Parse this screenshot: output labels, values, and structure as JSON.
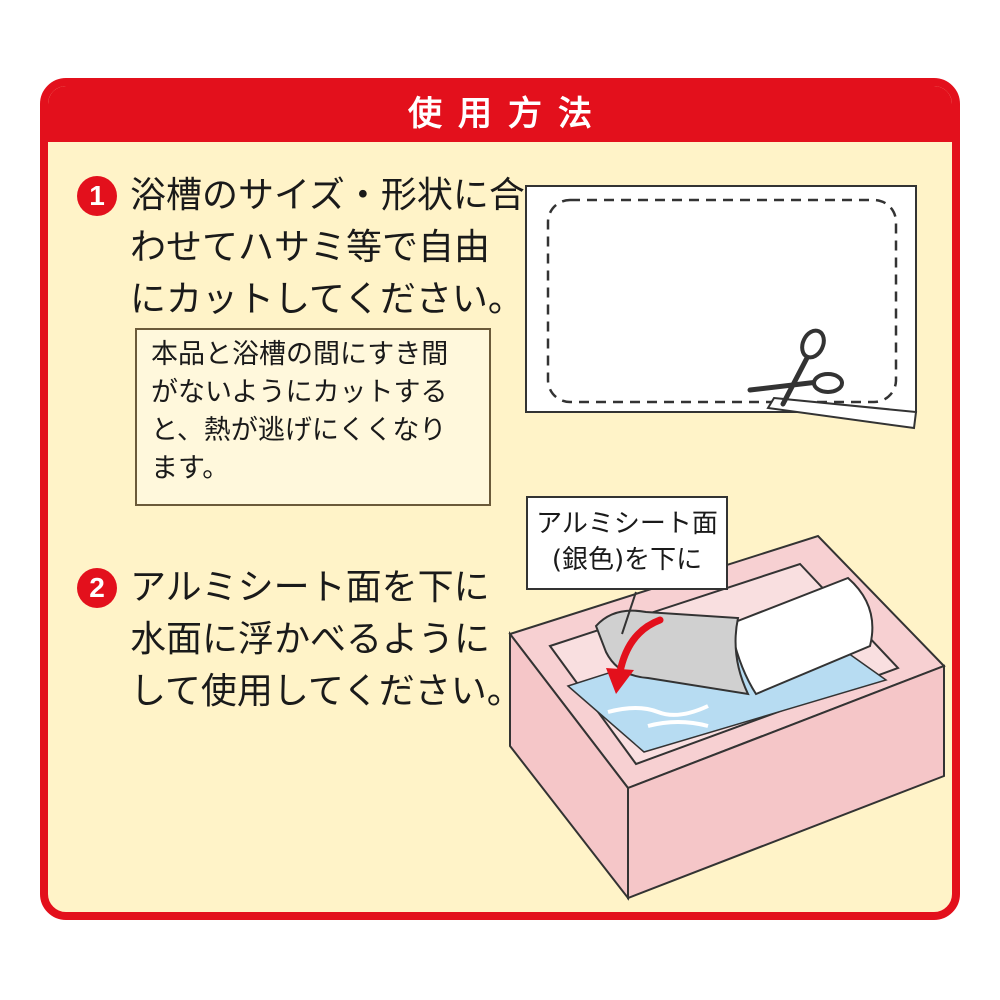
{
  "title": "使用方法",
  "steps": [
    {
      "number": "1",
      "text": "浴槽のサイズ・形状に合\nわせてハサミ等で自由\nにカットしてください。"
    },
    {
      "number": "2",
      "text": "アルミシート面を下に\n水面に浮かべるように\nして使用してください。"
    }
  ],
  "note": "本品と浴槽の間にすき間\nがないようにカットする\nと、熱が逃げにくくなり\nます。",
  "callout": "アルミシート面\n(銀色)を下に",
  "colors": {
    "accent": "#e3101c",
    "panel_background": "#fff3c8",
    "tub": "#f5c6c8",
    "water": "#b7dcf2"
  },
  "icons": [
    "scissors-icon",
    "arrow-down-icon"
  ]
}
